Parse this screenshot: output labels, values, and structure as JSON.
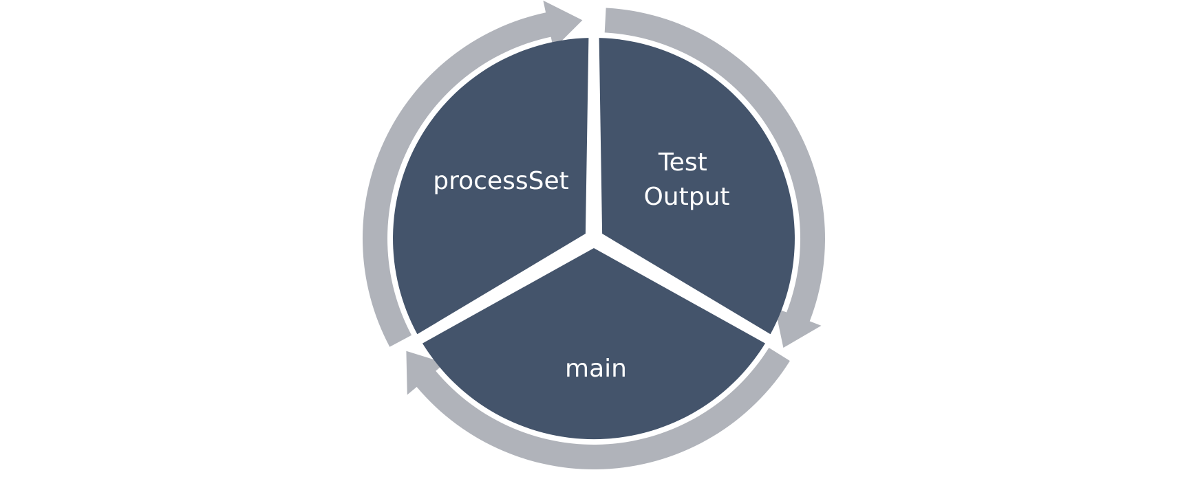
{
  "diagram": {
    "type": "cycle",
    "colors": {
      "segment_fill": "#44546b",
      "arrow_ring": "#b0b3ba",
      "background": "#ffffff",
      "label_text": "#ffffff"
    },
    "segments": [
      {
        "id": "processset",
        "lines": [
          "processSet"
        ]
      },
      {
        "id": "test-output",
        "lines": [
          "Test",
          "Output"
        ]
      },
      {
        "id": "main",
        "lines": [
          "main"
        ]
      }
    ]
  }
}
